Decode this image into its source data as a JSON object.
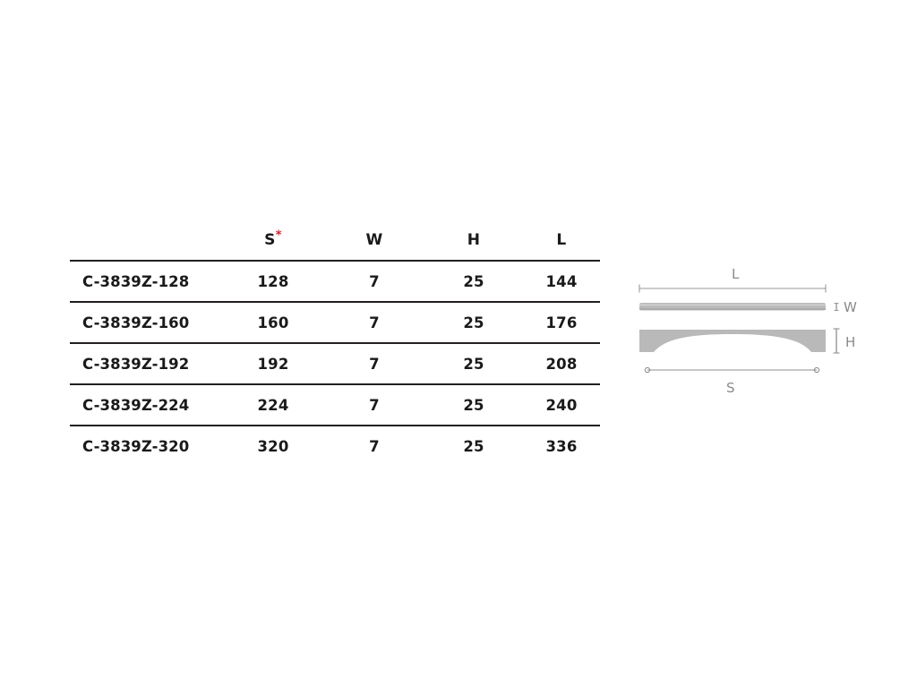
{
  "table": {
    "headers": {
      "model": "",
      "s": "S",
      "s_note": "*",
      "w": "W",
      "h": "H",
      "l": "L"
    },
    "rows": [
      {
        "model": "C-3839Z-128",
        "s": "128",
        "w": "7",
        "h": "25",
        "l": "144"
      },
      {
        "model": "C-3839Z-160",
        "s": "160",
        "w": "7",
        "h": "25",
        "l": "176"
      },
      {
        "model": "C-3839Z-192",
        "s": "192",
        "w": "7",
        "h": "25",
        "l": "208"
      },
      {
        "model": "C-3839Z-224",
        "s": "224",
        "w": "7",
        "h": "25",
        "l": "240"
      },
      {
        "model": "C-3839Z-320",
        "s": "320",
        "w": "7",
        "h": "25",
        "l": "336"
      }
    ]
  },
  "drawing": {
    "labels": {
      "length": "L",
      "width": "W",
      "height": "H",
      "span": "S"
    }
  },
  "colors": {
    "text": "#1a1a1a",
    "rule": "#231f20",
    "asterisk": "#e01b24",
    "drawing_fill": "#b4b4b4",
    "drawing_line": "#8a8a8a"
  }
}
